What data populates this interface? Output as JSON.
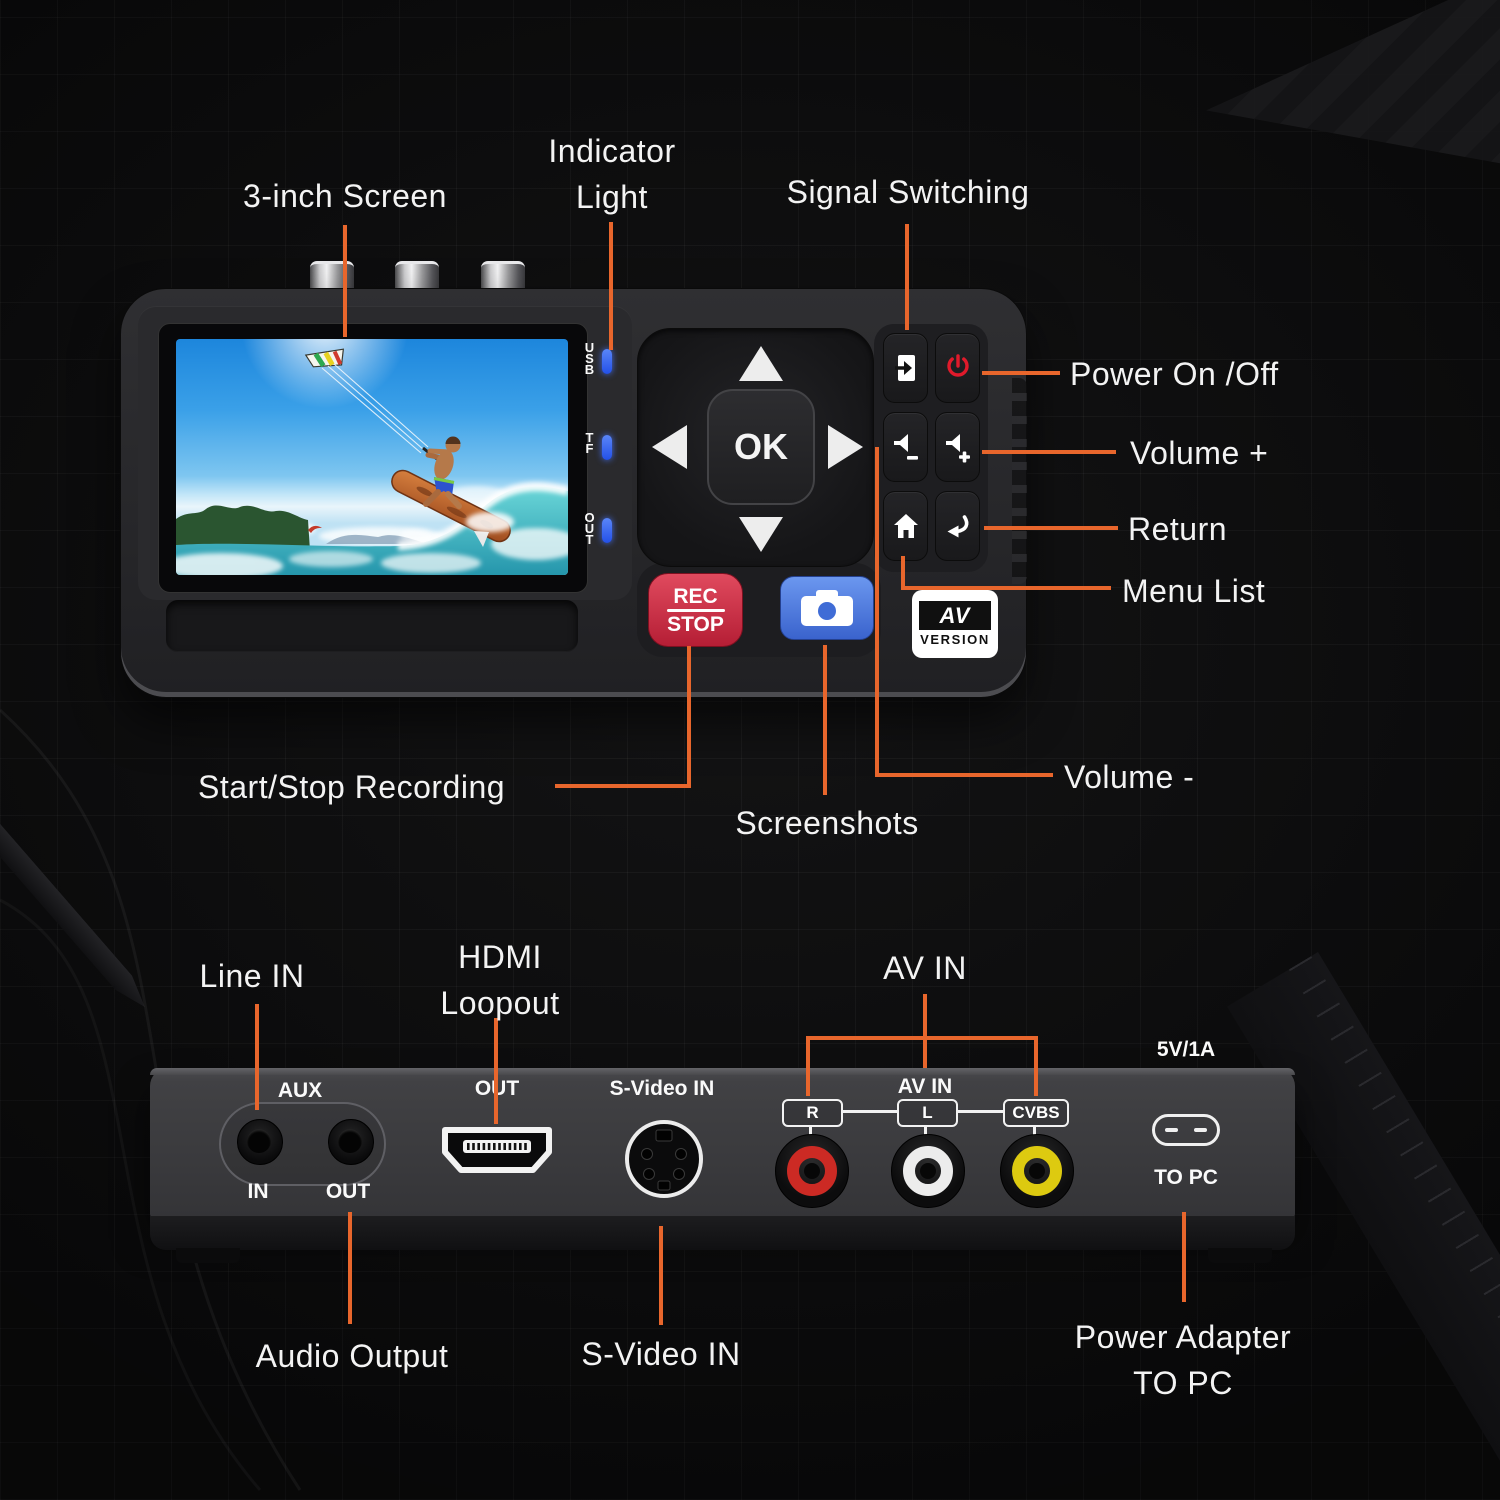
{
  "colors": {
    "accent": "#e8662c",
    "background": "#0c0c0d",
    "label_text": "#f3f3f3",
    "led_blue": "#2f63f2",
    "rec_red": "#c92740",
    "camera_blue": "#4a74dd",
    "power_icon_red": "#e01a2b",
    "rca_red": "#cc2a24",
    "rca_white": "#ececec",
    "rca_yellow": "#ddca10"
  },
  "callouts": {
    "screen": "3-inch Screen",
    "indicator": [
      "Indicator",
      "Light"
    ],
    "signal": "Signal Switching",
    "power": "Power On /Off",
    "volume_plus": "Volume +",
    "return": "Return",
    "menu": "Menu List",
    "volume_minus": "Volume -",
    "rec": "Start/Stop Recording",
    "screenshots": "Screenshots",
    "line_in": "Line IN",
    "hdmi": [
      "HDMI",
      "Loopout"
    ],
    "av_in": "AV IN",
    "audio_output": "Audio Output",
    "s_video": "S-Video IN",
    "power_adapter": [
      "Power Adapter",
      "TO PC"
    ]
  },
  "top_device": {
    "indicators": [
      {
        "label": "USB"
      },
      {
        "label": "TF"
      },
      {
        "label": "OUT"
      }
    ],
    "ok_label": "OK",
    "rec": [
      "REC",
      "STOP"
    ],
    "badge": [
      "AV",
      "VERSION"
    ]
  },
  "bottom_device": {
    "aux": "AUX",
    "aux_in": "IN",
    "aux_out": "OUT",
    "hdmi_out": "OUT",
    "s_video_in": "S-Video IN",
    "av_in": "AV IN",
    "jack_r": "R",
    "jack_l": "L",
    "jack_cvbs": "CVBS",
    "power_spec": "5V/1A",
    "to_pc": "TO PC"
  },
  "icons": {
    "signal_switch": "arrow-into-screen",
    "power": "power-symbol",
    "volume_minus": "speaker-minus",
    "volume_plus": "speaker-plus",
    "menu_list": "home",
    "return": "undo-arrow",
    "screenshot": "camera",
    "dpad": [
      "triangle-up",
      "triangle-left",
      "triangle-right",
      "triangle-down"
    ]
  }
}
